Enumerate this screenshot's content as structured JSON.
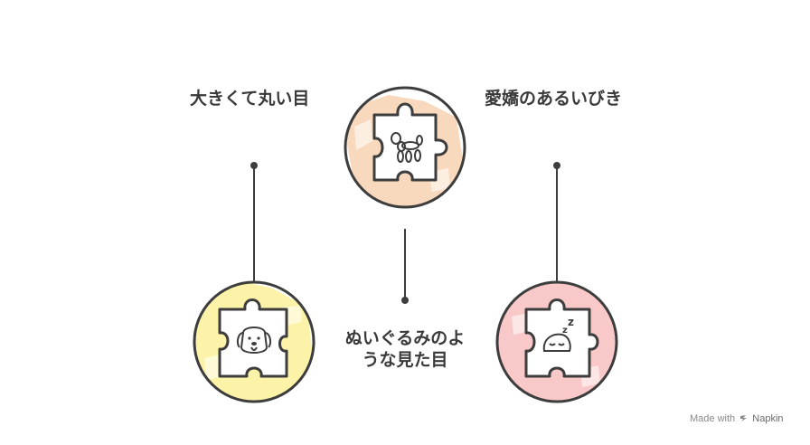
{
  "nodes": {
    "top": {
      "icon": "balloon-dog-icon",
      "fill": "#f9d9bd"
    },
    "left": {
      "icon": "puppy-face-icon",
      "fill": "#fdf3a8"
    },
    "right": {
      "icon": "sleeping-icon",
      "fill": "#f9c8c8",
      "glyph": "z"
    }
  },
  "labels": {
    "top_left": "大きくて丸い目",
    "top_right": "愛嬌のあるいびき",
    "center_line1": "ぬいぐるみのよ",
    "center_line2": "うな見た目"
  },
  "footer": {
    "prefix": "Made with",
    "brand": "Napkin"
  },
  "colors": {
    "stroke": "#3d3d3d",
    "text": "#3a3a3a"
  }
}
